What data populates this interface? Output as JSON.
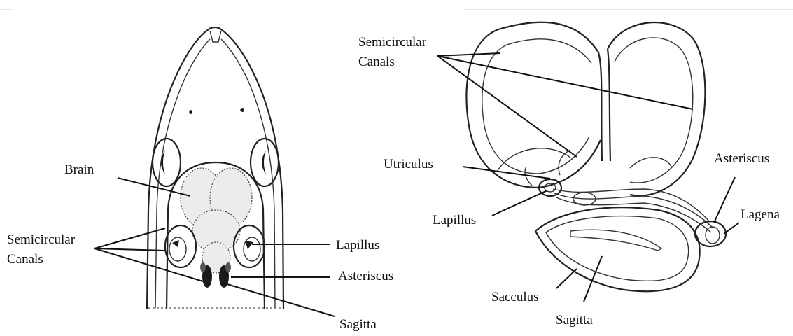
{
  "left_figure": {
    "labels": {
      "brain": "Brain",
      "semicircular_line1": "Semicircular",
      "semicircular_line2": "Canals",
      "lapillus": "Lapillus",
      "asteriscus": "Asteriscus",
      "sagitta": "Sagitta"
    }
  },
  "right_figure": {
    "labels": {
      "semicircular_line1": "Semicircular",
      "semicircular_line2": "Canals",
      "utriculus": "Utriculus",
      "lapillus": "Lapillus",
      "asteriscus": "Asteriscus",
      "lagena": "Lagena",
      "sacculus": "Sacculus",
      "sagitta": "Sagitta"
    }
  }
}
